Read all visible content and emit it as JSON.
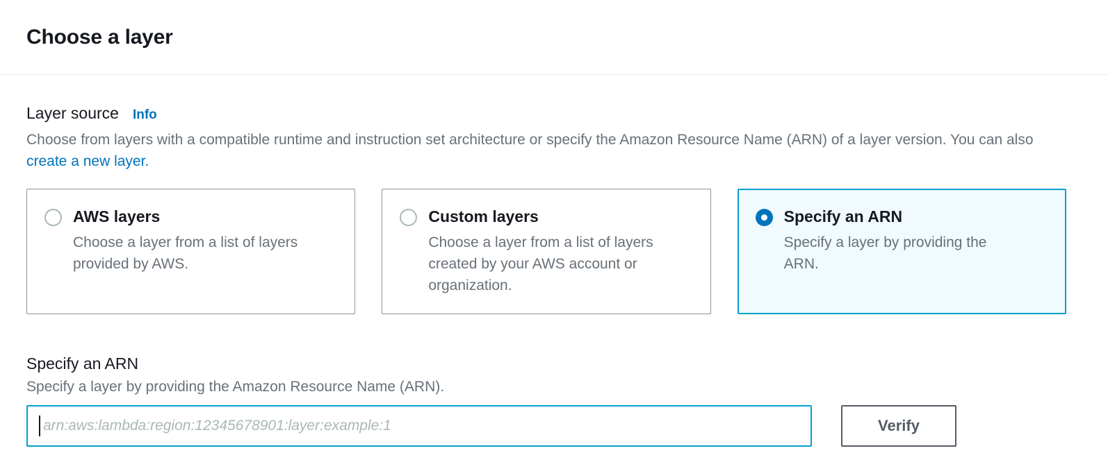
{
  "header": {
    "title": "Choose a layer"
  },
  "layer_source": {
    "label": "Layer source",
    "info_link_label": "Info",
    "description_before_link": "Choose from layers with a compatible runtime and instruction set architecture or specify the Amazon Resource Name (ARN) of a layer version. You can also ",
    "create_link_label": "create a new layer."
  },
  "options": [
    {
      "title": "AWS layers",
      "description": "Choose a layer from a list of layers provided by AWS.",
      "selected": false
    },
    {
      "title": "Custom layers",
      "description": "Choose a layer from a list of layers created by your AWS account or organization.",
      "selected": false
    },
    {
      "title": "Specify an ARN",
      "description": "Specify a layer by providing the ARN.",
      "selected": true
    }
  ],
  "arn_section": {
    "label": "Specify an ARN",
    "description": "Specify a layer by providing the Amazon Resource Name (ARN).",
    "input_value": "",
    "input_placeholder": "arn:aws:lambda:region:12345678901:layer:example:1",
    "verify_button_label": "Verify"
  },
  "colors": {
    "link_blue": "#0073bb",
    "selected_border": "#00a1c9",
    "selected_background": "#f1faff",
    "radio_checked": "#0073bb",
    "button_gray": "#545b64",
    "secondary_text": "#687078",
    "heading_text": "#16191f",
    "divider": "#eaeded"
  }
}
